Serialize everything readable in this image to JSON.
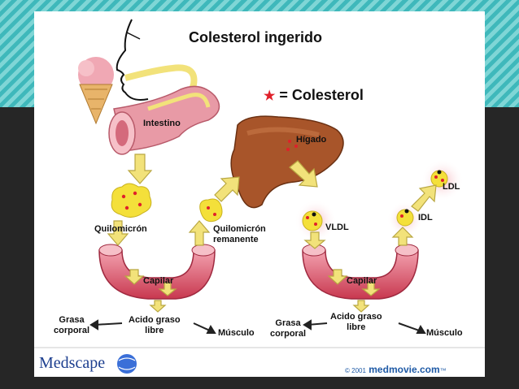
{
  "slide": {
    "title": "Colesterol ingerido",
    "legend_symbol": "★",
    "legend_equals": "=",
    "legend_text": "Colesterol",
    "labels": {
      "intestine": "Intestino",
      "liver": "Hígado",
      "chylomicron": "Quilomicrón",
      "remnant_line1": "Quilomicrón",
      "remnant_line2": "remanente",
      "vldl": "VLDL",
      "idl": "IDL",
      "ldl": "LDL",
      "capillary_left": "Capilar",
      "capillary_right": "Capilar",
      "fat_left_line1": "Grasa",
      "fat_left_line2": "corporal",
      "acid_left_line1": "Acido graso",
      "acid_left_line2": "libre",
      "muscle_left": "Músculo",
      "fat_right_line1": "Grasa",
      "fat_right_line2": "corporal",
      "acid_right_line1": "Acido graso",
      "acid_right_line2": "libre",
      "muscle_right": "Músculo"
    },
    "logo_left": "Medscape",
    "logo_right_prefix": "© 2001",
    "logo_right": "medmovie.com",
    "logo_right_suffix": "™"
  },
  "colors": {
    "arrow": "#f2e27a",
    "arrow_outline": "#b9a742",
    "particle": "#f4e03a",
    "liver": "#a8552a",
    "intestine": "#e89aa6",
    "capillary": "#e0607a",
    "star": "#e0202a",
    "band": "#3fb8bb",
    "background": "#262626"
  }
}
